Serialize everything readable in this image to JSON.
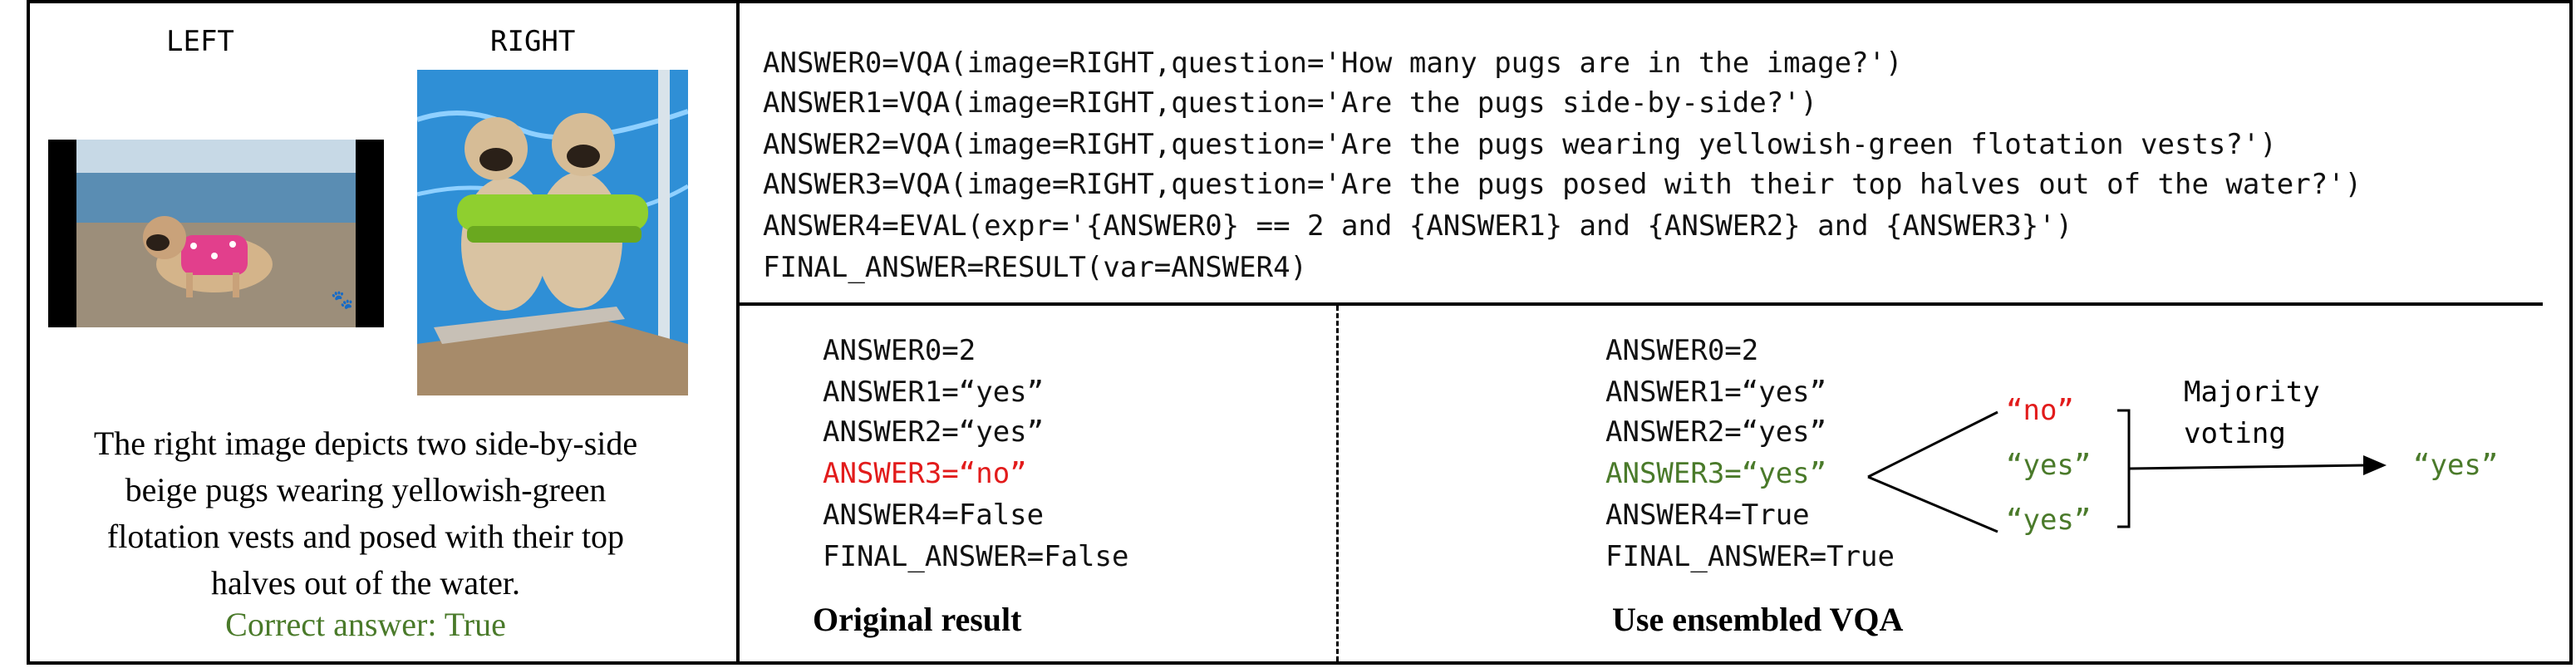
{
  "images": {
    "left_label": "LEFT",
    "right_label": "RIGHT"
  },
  "program": {
    "lines": [
      "ANSWER0=VQA(image=RIGHT,question='How many pugs are in the image?')",
      "ANSWER1=VQA(image=RIGHT,question='Are the pugs side-by-side?')",
      "ANSWER2=VQA(image=RIGHT,question='Are the pugs wearing yellowish-green flotation vests?')",
      "ANSWER3=VQA(image=RIGHT,question='Are the pugs posed with their top halves out of the water?')",
      "ANSWER4=EVAL(expr='{ANSWER0} == 2 and {ANSWER1} and {ANSWER2} and {ANSWER3}')",
      "FINAL_ANSWER=RESULT(var=ANSWER4)"
    ]
  },
  "statement": {
    "lines": [
      "The right image depicts two side-by-side",
      "beige pugs wearing yellowish-green",
      "flotation vests and posed with their top",
      "halves out of the water."
    ],
    "correct_answer": "Correct answer: True"
  },
  "original": {
    "lines": [
      "ANSWER0=2",
      "ANSWER1=“yes”",
      "ANSWER2=“yes”",
      "ANSWER3=“no”",
      "ANSWER4=False",
      "FINAL_ANSWER=False"
    ],
    "title": "Original result"
  },
  "ensembled": {
    "lines": [
      "ANSWER0=2",
      "ANSWER1=“yes”",
      "ANSWER2=“yes”",
      "ANSWER3=“yes”",
      "ANSWER4=True",
      "FINAL_ANSWER=True"
    ],
    "votes": [
      "“no”",
      "“yes”",
      "“yes”"
    ],
    "voting_label_1": "Majority",
    "voting_label_2": "voting",
    "final_vote": "“yes”",
    "title": "Use ensembled VQA"
  },
  "colors": {
    "red": "#e21b1b",
    "green": "#4a7a2a",
    "water": "#2f8fd6"
  }
}
